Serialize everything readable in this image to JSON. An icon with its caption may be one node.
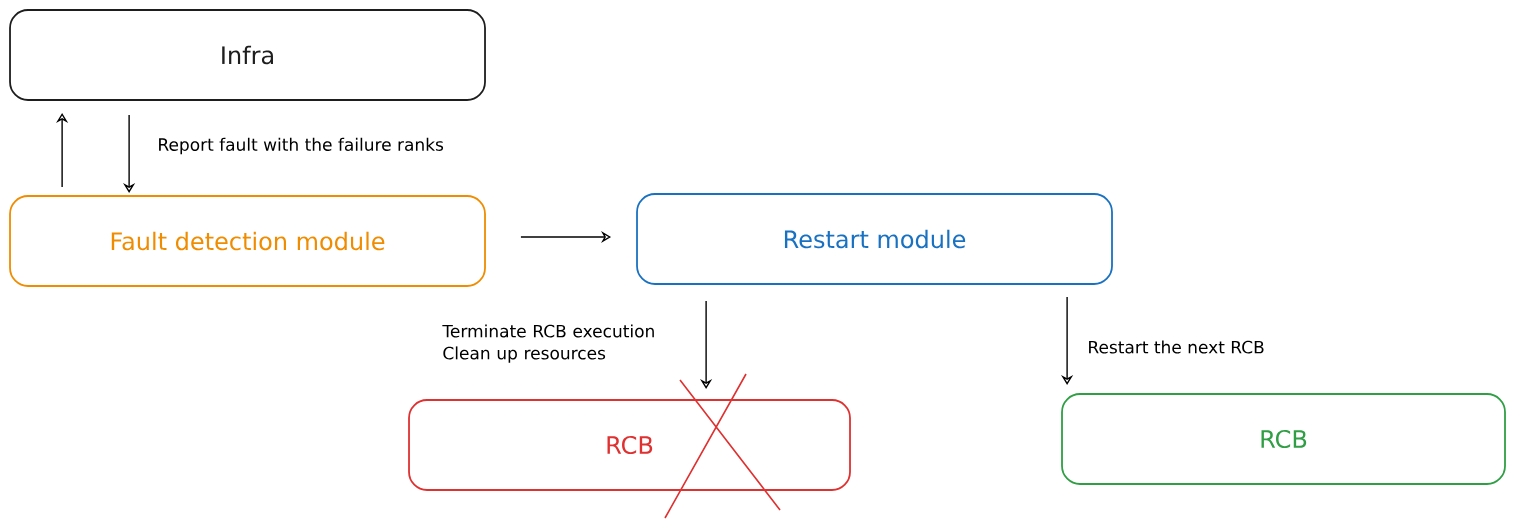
{
  "diagram": {
    "nodes": [
      {
        "text": [
          "Infra"
        ]
      },
      {
        "text": [
          "Fault detection module"
        ]
      },
      {
        "text": [
          "Restart module"
        ]
      },
      {
        "text": [
          "RCB"
        ]
      },
      {
        "text": [
          "RCB"
        ]
      }
    ],
    "edges": [
      {
        "from": 1,
        "to": 0,
        "arrow": "to"
      },
      {
        "from": 0,
        "to": 1,
        "arrow": "to",
        "label": "Report fault with the failure ranks"
      },
      {
        "from": 1,
        "to": 2,
        "arrow": "to"
      },
      {
        "from": 2,
        "to": 3,
        "arrow": "to",
        "label": "Terminate RCB execution Clean up resources"
      },
      {
        "from": 2,
        "to": 4,
        "arrow": "to",
        "label": "Restart the next RCB"
      }
    ]
  }
}
